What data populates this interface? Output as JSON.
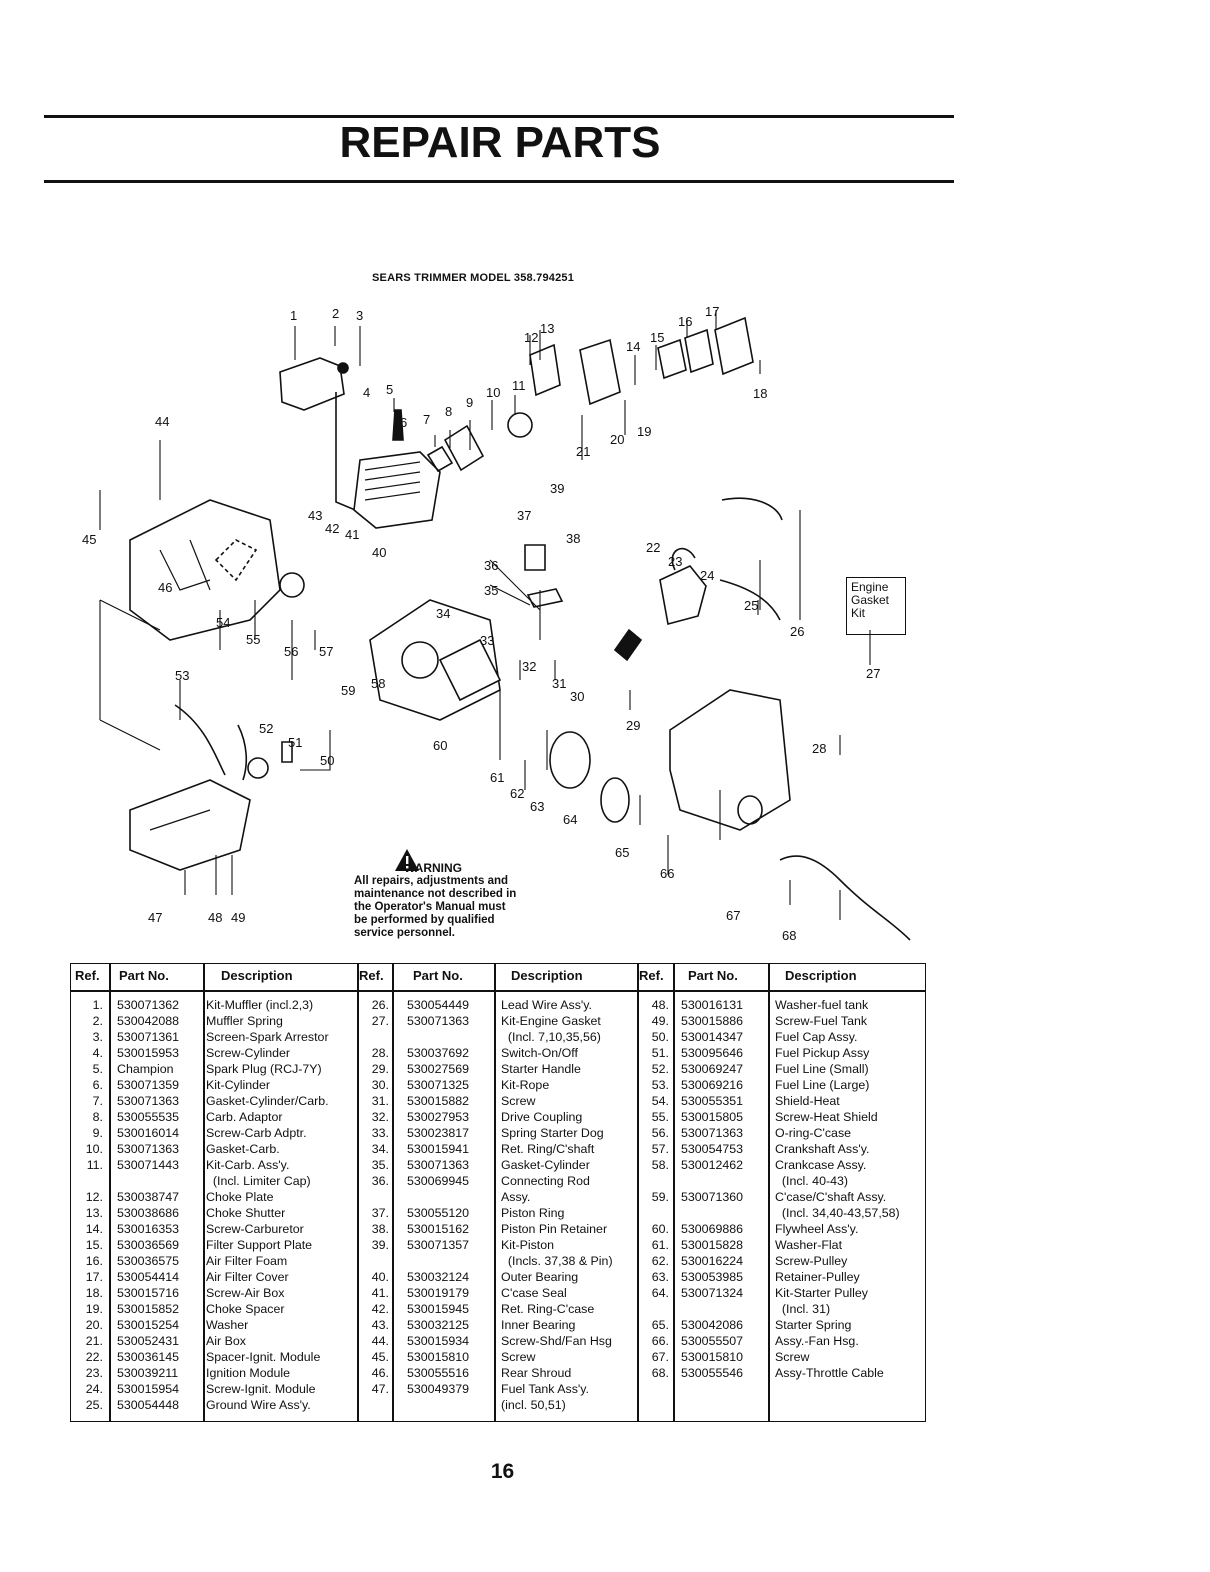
{
  "title": "REPAIR PARTS",
  "model_title": "SEARS TRIMMER MODEL 358.794251",
  "kit_box": [
    "Engine",
    "Gasket",
    "Kit"
  ],
  "warning": {
    "heading": "WARNING",
    "text": [
      "All repairs, adjustments and",
      "maintenance not described in",
      "the Operator's Manual must",
      "be performed by qualified",
      "service personnel."
    ]
  },
  "callouts": [
    "1",
    "2",
    "3",
    "4",
    "5",
    "6",
    "7",
    "8",
    "9",
    "10",
    "11",
    "12",
    "13",
    "14",
    "15",
    "16",
    "17",
    "18",
    "19",
    "20",
    "21",
    "22",
    "23",
    "24",
    "25",
    "26",
    "27",
    "28",
    "29",
    "30",
    "31",
    "32",
    "33",
    "34",
    "35",
    "36",
    "37",
    "38",
    "39",
    "40",
    "41",
    "42",
    "43",
    "44",
    "45",
    "46",
    "47",
    "48",
    "49",
    "50",
    "51",
    "52",
    "53",
    "54",
    "55",
    "56",
    "57",
    "58",
    "59",
    "60",
    "61",
    "62",
    "63",
    "64",
    "65",
    "66",
    "67",
    "68"
  ],
  "table": {
    "headers": {
      "ref": "Ref.",
      "part": "Part No.",
      "desc": "Description"
    },
    "columns": [
      {
        "ref": [
          "1.",
          "2.",
          "3.",
          "4.",
          "5.",
          "6.",
          "7.",
          "8.",
          "9.",
          "10.",
          "11.",
          "",
          "12.",
          "13.",
          "14.",
          "15.",
          "16.",
          "17.",
          "18.",
          "19.",
          "20.",
          "21.",
          "22.",
          "23.",
          "24.",
          "25."
        ],
        "part": [
          "530071362",
          "530042088",
          "530071361",
          "530015953",
          "Champion",
          "530071359",
          "530071363",
          "530055535",
          "530016014",
          "530071363",
          "530071443",
          "",
          "530038747",
          "530038686",
          "530016353",
          "530036569",
          "530036575",
          "530054414",
          "530015716",
          "530015852",
          "530015254",
          "530052431",
          "530036145",
          "530039211",
          "530015954",
          "530054448"
        ],
        "desc": [
          "Kit-Muffler (incl.2,3)",
          "Muffler Spring",
          "Screen-Spark Arrestor",
          "Screw-Cylinder",
          "Spark Plug (RCJ-7Y)",
          "Kit-Cylinder",
          "Gasket-Cylinder/Carb.",
          "Carb. Adaptor",
          "Screw-Carb Adptr.",
          "Gasket-Carb.",
          "Kit-Carb. Ass'y.",
          "  (Incl. Limiter Cap)",
          "Choke Plate",
          "Choke Shutter",
          "Screw-Carburetor",
          "Filter Support Plate",
          "Air Filter Foam",
          "Air Filter Cover",
          "Screw-Air Box",
          "Choke Spacer",
          "Washer",
          "Air Box",
          "Spacer-Ignit. Module",
          "Ignition Module",
          "Screw-Ignit. Module",
          "Ground Wire Ass'y."
        ]
      },
      {
        "ref": [
          "26.",
          "27.",
          "",
          "28.",
          "29.",
          "30.",
          "31.",
          "32.",
          "33.",
          "34.",
          "35.",
          "36.",
          "",
          "37.",
          "38.",
          "39.",
          "",
          "40.",
          "41.",
          "42.",
          "43.",
          "44.",
          "45.",
          "46.",
          "47.",
          ""
        ],
        "part": [
          "530054449",
          "530071363",
          "",
          "530037692",
          "530027569",
          "530071325",
          "530015882",
          "530027953",
          "530023817",
          "530015941",
          "530071363",
          "530069945",
          "",
          "530055120",
          "530015162",
          "530071357",
          "",
          "530032124",
          "530019179",
          "530015945",
          "530032125",
          "530015934",
          "530015810",
          "530055516",
          "530049379",
          ""
        ],
        "desc": [
          "Lead Wire Ass'y.",
          "Kit-Engine Gasket",
          "  (Incl. 7,10,35,56)",
          "Switch-On/Off",
          "Starter Handle",
          "Kit-Rope",
          "Screw",
          "Drive Coupling",
          "Spring Starter Dog",
          "Ret. Ring/C'shaft",
          "Gasket-Cylinder",
          "Connecting Rod",
          "Assy.",
          "Piston Ring",
          "Piston Pin Retainer",
          "Kit-Piston",
          "  (Incls. 37,38 & Pin)",
          "Outer Bearing",
          "C'case Seal",
          "Ret. Ring-C'case",
          "Inner Bearing",
          "Screw-Shd/Fan Hsg",
          "Screw",
          "Rear Shroud",
          "Fuel Tank Ass'y.",
          "(incl. 50,51)"
        ]
      },
      {
        "ref": [
          "48.",
          "49.",
          "50.",
          "51.",
          "52.",
          "53.",
          "54.",
          "55.",
          "56.",
          "57.",
          "58.",
          "",
          "59.",
          "",
          "60.",
          "61.",
          "62.",
          "63.",
          "64.",
          "",
          "65.",
          "66.",
          "67.",
          "68."
        ],
        "part": [
          "530016131",
          "530015886",
          "530014347",
          "530095646",
          "530069247",
          "530069216",
          "530055351",
          "530015805",
          "530071363",
          "530054753",
          "530012462",
          "",
          "530071360",
          "",
          "530069886",
          "530015828",
          "530016224",
          "530053985",
          "530071324",
          "",
          "530042086",
          "530055507",
          "530015810",
          "530055546"
        ],
        "desc": [
          "Washer-fuel tank",
          "Screw-Fuel Tank",
          "Fuel Cap Assy.",
          "Fuel Pickup Assy",
          "Fuel Line (Small)",
          "Fuel Line (Large)",
          "Shield-Heat",
          "Screw-Heat Shield",
          "O-ring-C'case",
          "Crankshaft Ass'y.",
          "Crankcase Assy.",
          "  (Incl. 40-43)",
          "C'case/C'shaft Assy.",
          "  (Incl. 34,40-43,57,58)",
          "Flywheel Ass'y.",
          "Washer-Flat",
          "Screw-Pulley",
          "Retainer-Pulley",
          "Kit-Starter Pulley",
          "  (Incl. 31)",
          "Starter Spring",
          "Assy.-Fan Hsg.",
          "Screw",
          "Assy-Throttle Cable"
        ]
      }
    ]
  },
  "page_number": "16"
}
